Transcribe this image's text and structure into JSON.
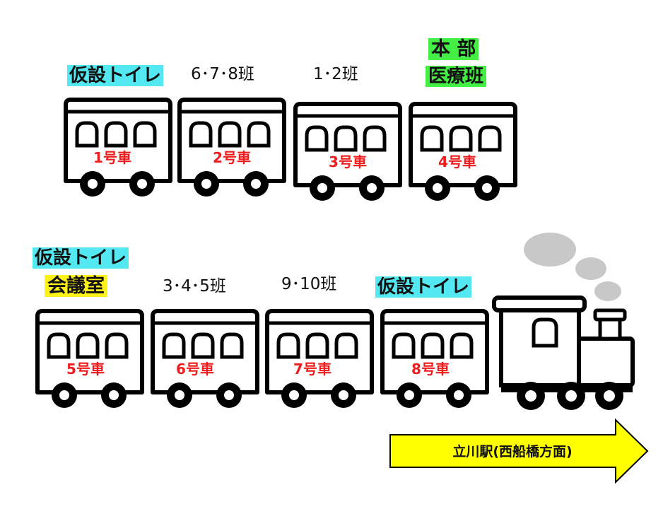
{
  "colors": {
    "toilet_highlight": "#54e8f2",
    "hq_highlight": "#44ee44",
    "meeting_highlight": "#fff21a",
    "car_number": "#ee1c1c",
    "smoke": "#c8c8c8",
    "arrow": "#ffff00"
  },
  "top_row": {
    "cars": [
      {
        "label": "1号車",
        "tags": [
          "仮設トイレ"
        ]
      },
      {
        "label": "2号車",
        "tags": [
          "6･7･8班"
        ]
      },
      {
        "label": "3号車",
        "tags": [
          "1･2班"
        ]
      },
      {
        "label": "4号車",
        "tags": [
          "本 部",
          "医療班"
        ]
      }
    ]
  },
  "bottom_row": {
    "cars": [
      {
        "label": "5号車",
        "tags": [
          "仮設トイレ",
          "会議室"
        ]
      },
      {
        "label": "6号車",
        "tags": [
          "3･4･5班"
        ]
      },
      {
        "label": "7号車",
        "tags": [
          "9･10班"
        ]
      },
      {
        "label": "8号車",
        "tags": [
          "仮設トイレ"
        ]
      }
    ]
  },
  "locomotive": {
    "icon": "steam-locomotive-icon",
    "smoke_icon": "smoke-icon"
  },
  "direction": {
    "label": "立川駅(西船橋方面)",
    "icon": "right-arrow-icon"
  }
}
